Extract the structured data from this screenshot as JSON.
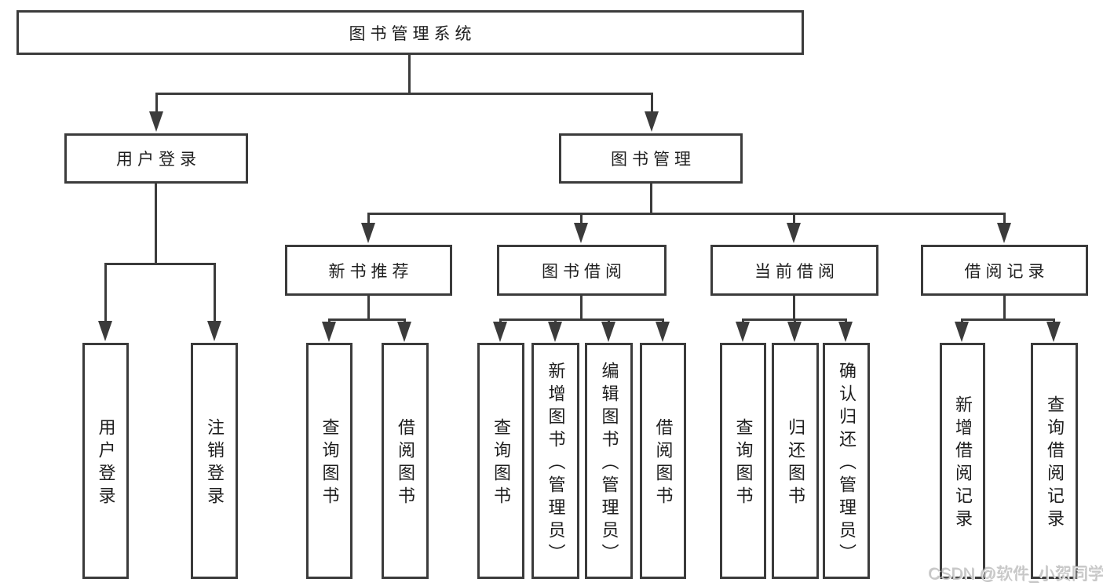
{
  "diagram": {
    "line_color": "#3b3b3b",
    "nodes": {
      "root": {
        "label": "图书管理系统"
      },
      "user_login": {
        "label": "用户登录"
      },
      "book_mgmt": {
        "label": "图书管理"
      },
      "new_book_rec": {
        "label": "新书推荐"
      },
      "book_borrow": {
        "label": "图书借阅"
      },
      "current_borrow": {
        "label": "当前借阅"
      },
      "borrow_records": {
        "label": "借阅记录"
      },
      "user_login_leaf": {
        "label": "用户登录"
      },
      "logout_leaf": {
        "label": "注销登录"
      },
      "rec_query_book": {
        "label": "查询图书"
      },
      "rec_borrow_book": {
        "label": "借阅图书"
      },
      "bor_query_book": {
        "label": "查询图书"
      },
      "bor_add_book": {
        "label": "新增图书（管理员）"
      },
      "bor_edit_book": {
        "label": "编辑图书（管理员）"
      },
      "bor_borrow_book": {
        "label": "借阅图书"
      },
      "cur_query_book": {
        "label": "查询图书"
      },
      "cur_return_book": {
        "label": "归还图书"
      },
      "cur_confirm_return": {
        "label": "确认归还（管理员）"
      },
      "log_add_record": {
        "label": "新增借阅记录"
      },
      "log_query_record": {
        "label": "查询借阅记录"
      }
    },
    "watermark": "CSDN @软件_小贺同学"
  }
}
